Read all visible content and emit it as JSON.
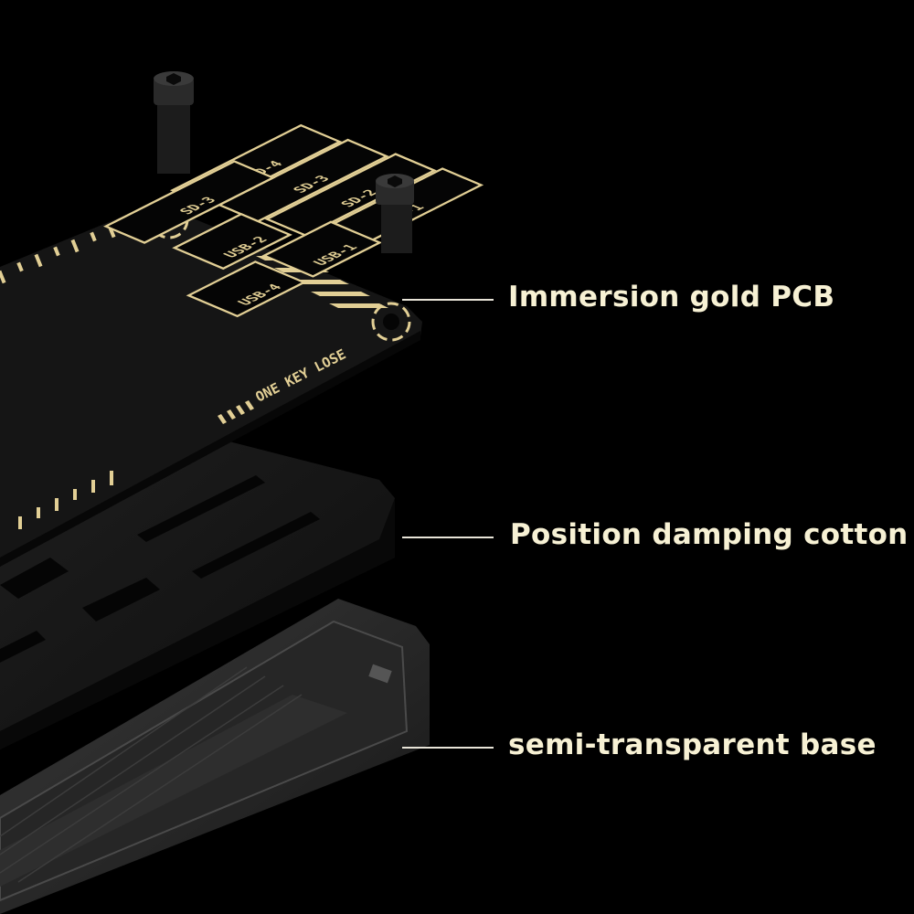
{
  "callouts": [
    {
      "label": "Immersion gold PCB"
    },
    {
      "label": "Position damping cotton"
    },
    {
      "label": "semi-transparent base"
    }
  ],
  "pcb": {
    "slots": [
      "SD-4",
      "SD-3",
      "SD-2",
      "SD-1",
      "USB-2",
      "USB-1",
      "USB-4",
      "SD-3"
    ],
    "tagline": "ONE KEY LOSE"
  },
  "colors": {
    "gold": "#e2cf95",
    "text": "#f7f1d4",
    "background": "#000000"
  }
}
